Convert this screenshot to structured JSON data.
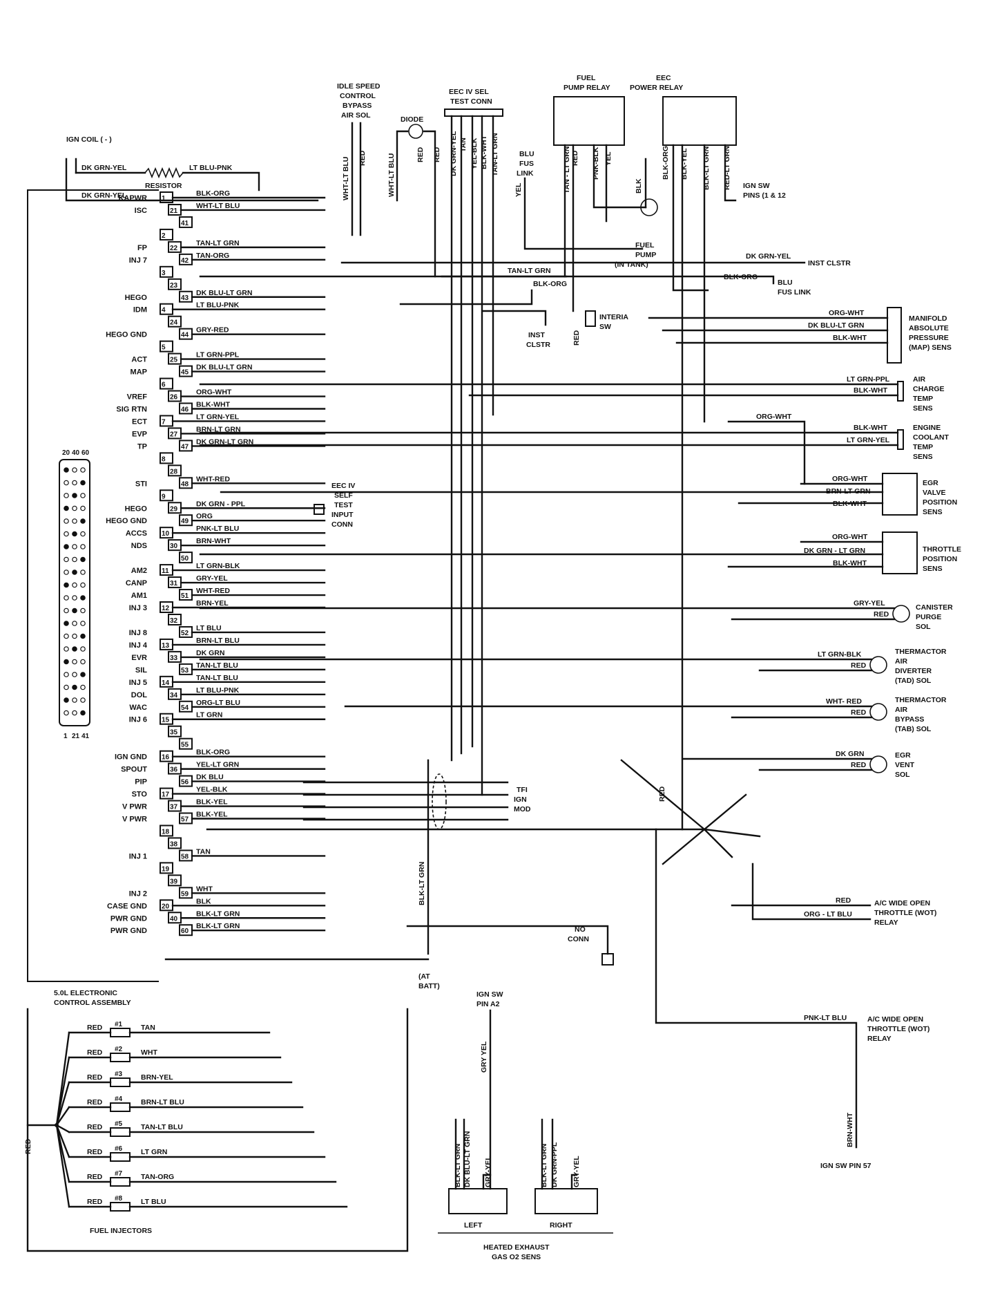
{
  "ecu": {
    "title_line1": "5.0L ELECTRONIC",
    "title_line2": "CONTROL ASSEMBLY",
    "connector_pin_labels": [
      "20",
      "40",
      "60",
      "1",
      "21",
      "41"
    ],
    "pins": [
      {
        "pin": "1",
        "signal": "KAPWR",
        "wire": "BLK-ORG"
      },
      {
        "pin": "21",
        "signal": "ISC",
        "wire": "WHT-LT BLU"
      },
      {
        "pin": "41",
        "signal": "",
        "wire": ""
      },
      {
        "pin": "2",
        "signal": "",
        "wire": ""
      },
      {
        "pin": "22",
        "signal": "FP",
        "wire": "TAN-LT GRN"
      },
      {
        "pin": "42",
        "signal": "INJ 7",
        "wire": "TAN-ORG"
      },
      {
        "pin": "3",
        "signal": "",
        "wire": ""
      },
      {
        "pin": "23",
        "signal": "",
        "wire": ""
      },
      {
        "pin": "43",
        "signal": "HEGO",
        "wire": "DK BLU-LT GRN"
      },
      {
        "pin": "4",
        "signal": "IDM",
        "wire": "LT BLU-PNK"
      },
      {
        "pin": "24",
        "signal": "",
        "wire": ""
      },
      {
        "pin": "44",
        "signal": "HEGO GND",
        "wire": "GRY-RED"
      },
      {
        "pin": "5",
        "signal": "",
        "wire": ""
      },
      {
        "pin": "25",
        "signal": "ACT",
        "wire": "LT GRN-PPL"
      },
      {
        "pin": "45",
        "signal": "MAP",
        "wire": "DK BLU-LT GRN"
      },
      {
        "pin": "6",
        "signal": "",
        "wire": ""
      },
      {
        "pin": "26",
        "signal": "VREF",
        "wire": "ORG-WHT"
      },
      {
        "pin": "46",
        "signal": "SIG RTN",
        "wire": "BLK-WHT"
      },
      {
        "pin": "7",
        "signal": "ECT",
        "wire": "LT GRN-YEL"
      },
      {
        "pin": "27",
        "signal": "EVP",
        "wire": "BRN-LT GRN"
      },
      {
        "pin": "47",
        "signal": "TP",
        "wire": "DK GRN-LT GRN"
      },
      {
        "pin": "8",
        "signal": "",
        "wire": ""
      },
      {
        "pin": "28",
        "signal": "",
        "wire": ""
      },
      {
        "pin": "48",
        "signal": "STI",
        "wire": "WHT-RED"
      },
      {
        "pin": "9",
        "signal": "",
        "wire": ""
      },
      {
        "pin": "29",
        "signal": "HEGO",
        "wire": "DK GRN - PPL"
      },
      {
        "pin": "49",
        "signal": "HEGO GND",
        "wire": "ORG"
      },
      {
        "pin": "10",
        "signal": "ACCS",
        "wire": "PNK-LT BLU"
      },
      {
        "pin": "30",
        "signal": "NDS",
        "wire": "BRN-WHT"
      },
      {
        "pin": "50",
        "signal": "",
        "wire": ""
      },
      {
        "pin": "11",
        "signal": "AM2",
        "wire": "LT GRN-BLK"
      },
      {
        "pin": "31",
        "signal": "CANP",
        "wire": "GRY-YEL"
      },
      {
        "pin": "51",
        "signal": "AM1",
        "wire": "WHT-RED"
      },
      {
        "pin": "12",
        "signal": "INJ 3",
        "wire": "BRN-YEL"
      },
      {
        "pin": "32",
        "signal": "",
        "wire": ""
      },
      {
        "pin": "52",
        "signal": "INJ 8",
        "wire": "LT BLU"
      },
      {
        "pin": "13",
        "signal": "INJ 4",
        "wire": "BRN-LT BLU"
      },
      {
        "pin": "33",
        "signal": "EVR",
        "wire": "DK GRN"
      },
      {
        "pin": "53",
        "signal": "SIL",
        "wire": "TAN-LT BLU"
      },
      {
        "pin": "14",
        "signal": "INJ 5",
        "wire": "TAN-LT BLU"
      },
      {
        "pin": "34",
        "signal": "DOL",
        "wire": "LT BLU-PNK"
      },
      {
        "pin": "54",
        "signal": "WAC",
        "wire": "ORG-LT BLU"
      },
      {
        "pin": "15",
        "signal": "INJ 6",
        "wire": "LT GRN"
      },
      {
        "pin": "35",
        "signal": "",
        "wire": ""
      },
      {
        "pin": "55",
        "signal": "",
        "wire": ""
      },
      {
        "pin": "16",
        "signal": "IGN GND",
        "wire": "BLK-ORG"
      },
      {
        "pin": "36",
        "signal": "SPOUT",
        "wire": "YEL-LT GRN"
      },
      {
        "pin": "56",
        "signal": "PIP",
        "wire": "DK BLU"
      },
      {
        "pin": "17",
        "signal": "STO",
        "wire": "YEL-BLK"
      },
      {
        "pin": "37",
        "signal": "V PWR",
        "wire": "BLK-YEL"
      },
      {
        "pin": "57",
        "signal": "V PWR",
        "wire": "BLK-YEL"
      },
      {
        "pin": "18",
        "signal": "",
        "wire": ""
      },
      {
        "pin": "38",
        "signal": "",
        "wire": ""
      },
      {
        "pin": "58",
        "signal": "INJ 1",
        "wire": "TAN"
      },
      {
        "pin": "19",
        "signal": "",
        "wire": ""
      },
      {
        "pin": "39",
        "signal": "",
        "wire": ""
      },
      {
        "pin": "59",
        "signal": "INJ 2",
        "wire": "WHT"
      },
      {
        "pin": "20",
        "signal": "CASE GND",
        "wire": "BLK"
      },
      {
        "pin": "40",
        "signal": "PWR GND",
        "wire": "BLK-LT GRN"
      },
      {
        "pin": "60",
        "signal": "PWR GND",
        "wire": "BLK-LT GRN"
      }
    ]
  },
  "top": {
    "ign_coil": "IGN COIL ( - )",
    "coil_wire_1": "DK GRN-YEL",
    "coil_wire_2": "DK GRN-YEL",
    "resistor": "RESISTOR",
    "resistor_wire": "LT BLU-PNK",
    "isc_sol": [
      "IDLE SPEED",
      "CONTROL",
      "BYPASS",
      "AIR SOL"
    ],
    "isc_wires": [
      "WHT-LT BLU",
      "RED"
    ],
    "diode": "DIODE",
    "diode_wires": [
      "WHT-LT BLU",
      "RED",
      "RED"
    ],
    "test_conn": [
      "EEC IV SEL",
      "TEST CONN"
    ],
    "test_conn_wires": [
      "DK GRN-YEL",
      "TAN",
      "YEL-BLK",
      "BLK-WHT",
      "TAN-LT GRN"
    ],
    "blu_fus_link": [
      "BLU",
      "FUS",
      "LINK"
    ],
    "blu_fus_wire": "YEL",
    "fuel_pump_relay": [
      "FUEL",
      "PUMP RELAY"
    ],
    "fuel_relay_wires": [
      "TAN - LT GRN",
      "RED",
      "PNK-BLK",
      "YEL"
    ],
    "eec_power_relay": [
      "EEC",
      "POWER RELAY"
    ],
    "eec_relay_wires": [
      "BLK-ORG",
      "BLK-YEL",
      "BLK-LT GRN",
      "RED-LT GRN"
    ],
    "blk": "BLK",
    "fuel_pump": [
      "FUEL",
      "PUMP",
      "(IN TANK)"
    ],
    "ign_sw_pins": [
      "IGN SW",
      "PINS (1 & 12"
    ],
    "inst_clstr_wire": "DK GRN-YEL",
    "inst_clstr": "INST CLSTR",
    "blu_fus_link2_wire": "BLK-ORG",
    "blu_fus_link2": [
      "BLU",
      "FUS LINK"
    ],
    "mid_tan_lt_grn": "TAN-LT GRN",
    "mid_blk_org": "BLK-ORG",
    "inst_clstr2": [
      "INST",
      "CLSTR"
    ],
    "inertia_sw": [
      "INTERIA",
      "SW"
    ],
    "inertia_red": "RED"
  },
  "sensors": [
    {
      "name": [
        "MANIFOLD",
        "ABSOLUTE",
        "PRESSURE",
        "(MAP) SENS"
      ],
      "wires": [
        "ORG-WHT",
        "DK BLU-LT GRN",
        "BLK-WHT"
      ]
    },
    {
      "name": [
        "AIR",
        "CHARGE",
        "TEMP",
        "SENS"
      ],
      "wires": [
        "LT GRN-PPL",
        "BLK-WHT"
      ]
    },
    {
      "name": [
        "ENGINE",
        "COOLANT",
        "TEMP",
        "SENS"
      ],
      "wires": [
        "BLK-WHT",
        "LT GRN-YEL"
      ],
      "extra": "ORG-WHT"
    },
    {
      "name": [
        "EGR",
        "VALVE",
        "POSITION",
        "SENS"
      ],
      "wires": [
        "ORG-WHT",
        "BRN-LT GRN",
        "BLK-WHT"
      ]
    },
    {
      "name": [
        "THROTTLE",
        "POSITION",
        "SENS"
      ],
      "wires": [
        "ORG-WHT",
        "DK GRN - LT GRN",
        "BLK-WHT"
      ]
    },
    {
      "name": [
        "CANISTER",
        "PURGE",
        "SOL"
      ],
      "wires": [
        "GRY-YEL",
        "RED"
      ]
    },
    {
      "name": [
        "THERMACTOR",
        "AIR",
        "DIVERTER",
        "(TAD) SOL"
      ],
      "wires": [
        "LT GRN-BLK",
        "RED"
      ]
    },
    {
      "name": [
        "THERMACTOR",
        "AIR",
        "BYPASS",
        "(TAB) SOL"
      ],
      "wires": [
        "WHT- RED",
        "RED"
      ]
    },
    {
      "name": [
        "EGR",
        "VENT",
        "SOL"
      ],
      "wires": [
        "DK GRN",
        "RED"
      ]
    },
    {
      "name": [
        "A/C WIDE OPEN",
        "THROTTLE (WOT)",
        "RELAY"
      ],
      "wires": [
        "RED",
        "ORG - LT BLU"
      ]
    }
  ],
  "misc": {
    "self_test_input": [
      "EEC IV",
      "SELF",
      "TEST",
      "INPUT",
      "CONN"
    ],
    "tfi_module": [
      "TFI",
      "IGN",
      "MOD"
    ],
    "red_bundle": "RED",
    "blk_lt_grn_vertical": "BLK-LT GRN",
    "no_conn": [
      "NO",
      "CONN"
    ],
    "at_batt": [
      "(AT",
      "BATT)"
    ],
    "ign_sw_a2": [
      "IGN SW",
      "PIN A2"
    ],
    "gry_yel": "GRY YEL",
    "wot_relay2": [
      "A/C WIDE OPEN",
      "THROTTLE (WOT)",
      "RELAY"
    ],
    "wot_relay2_wire": "PNK-LT BLU",
    "brn_wht": "BRN-WHT",
    "ign_sw_pin57": "IGN SW PIN 57",
    "red_left": "RED"
  },
  "injectors": {
    "caption": "FUEL INJECTORS",
    "items": [
      {
        "num": "#1",
        "left": "RED",
        "right": "TAN"
      },
      {
        "num": "#2",
        "left": "RED",
        "right": "WHT"
      },
      {
        "num": "#3",
        "left": "RED",
        "right": "BRN-YEL"
      },
      {
        "num": "#4",
        "left": "RED",
        "right": "BRN-LT BLU"
      },
      {
        "num": "#5",
        "left": "RED",
        "right": "TAN-LT BLU"
      },
      {
        "num": "#6",
        "left": "RED",
        "right": "LT GRN"
      },
      {
        "num": "#7",
        "left": "RED",
        "right": "TAN-ORG"
      },
      {
        "num": "#8",
        "left": "RED",
        "right": "LT BLU"
      }
    ]
  },
  "hego_sensors": {
    "left_wires": [
      "BLK-LT GRN",
      "DK BLU-LT GRN",
      "GRY-YEL"
    ],
    "right_wires": [
      "BLK-LT GRN",
      "DK GRN-PPL",
      "GRY-YEL"
    ],
    "left": "LEFT",
    "right": "RIGHT",
    "caption": [
      "HEATED EXHAUST",
      "GAS O2 SENS"
    ]
  }
}
